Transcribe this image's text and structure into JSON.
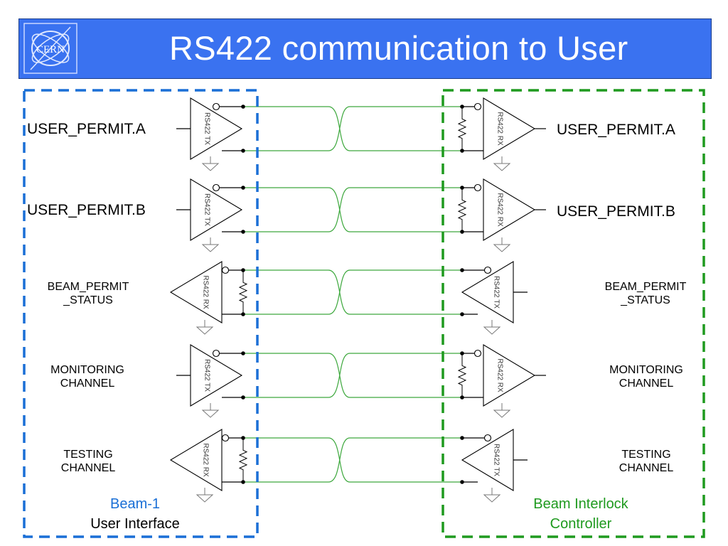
{
  "title": "RS422 communication to User",
  "logo_text": "CERN",
  "channels": [
    {
      "user_label": "USER_PERMIT.A",
      "controller_label": "USER_PERMIT.A",
      "user_device": "RS422 TX",
      "controller_device": "RS422 RX"
    },
    {
      "user_label": "USER_PERMIT.B",
      "controller_label": "USER_PERMIT.B",
      "user_device": "RS422 TX",
      "controller_device": "RS422 RX"
    },
    {
      "user_label_1": "BEAM_PERMIT",
      "user_label_2": "_STATUS",
      "controller_label_1": "BEAM_PERMIT",
      "controller_label_2": "_STATUS",
      "user_device": "RS422 RX",
      "controller_device": "RS422 TX"
    },
    {
      "user_label_1": "MONITORING",
      "user_label_2": "CHANNEL",
      "controller_label_1": "MONITORING",
      "controller_label_2": "CHANNEL",
      "user_device": "RS422 TX",
      "controller_device": "RS422 RX"
    },
    {
      "user_label_1": "TESTING",
      "user_label_2": "CHANNEL",
      "controller_label_1": "TESTING",
      "controller_label_2": "CHANNEL",
      "user_device": "RS422 RX",
      "controller_device": "RS422 TX"
    }
  ],
  "user_box": {
    "line1": "Beam-1",
    "line2": "User Interface",
    "color": "#1a6fd6"
  },
  "controller_box": {
    "line1": "Beam Interlock",
    "line2": "Controller",
    "color": "#1f9a1f"
  },
  "wire_color": "#3da83d",
  "title_bar_color": "#3a72f0"
}
